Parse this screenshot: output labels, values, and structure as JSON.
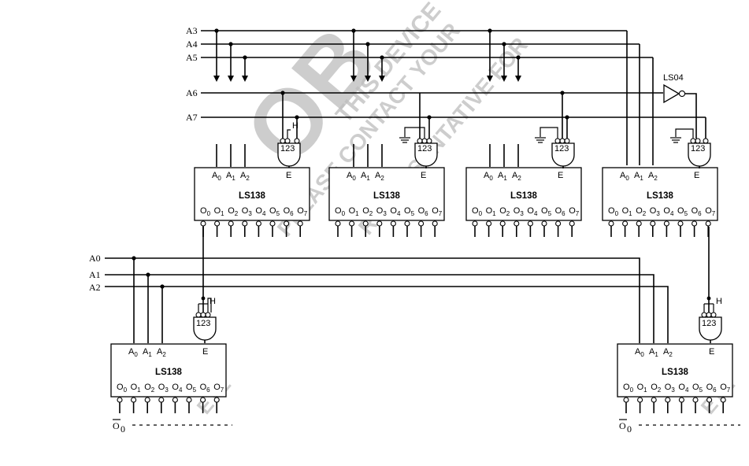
{
  "signals": {
    "a3": "A3",
    "a4": "A4",
    "a5": "A5",
    "a6": "A6",
    "a7": "A7",
    "a0": "A0",
    "a1": "A1",
    "a2": "A2"
  },
  "labels": {
    "inverter": "LS04",
    "high": "H",
    "gate_pins": "123",
    "enable": "E",
    "out_bar": "O",
    "out_bar_sub": "0"
  },
  "chip": {
    "name": "LS138",
    "inputs": [
      {
        "base": "A",
        "sub": "0"
      },
      {
        "base": "A",
        "sub": "1"
      },
      {
        "base": "A",
        "sub": "2"
      }
    ],
    "outputs": [
      {
        "base": "O",
        "sub": "0"
      },
      {
        "base": "O",
        "sub": "1"
      },
      {
        "base": "O",
        "sub": "2"
      },
      {
        "base": "O",
        "sub": "3"
      },
      {
        "base": "O",
        "sub": "4"
      },
      {
        "base": "O",
        "sub": "5"
      },
      {
        "base": "O",
        "sub": "6"
      },
      {
        "base": "O",
        "sub": "7"
      }
    ]
  },
  "watermark": {
    "logo": "OB",
    "line1": "THIS DEVICE",
    "line2": "PLEASE CONTACT YOUR",
    "line3": "REPRESENTATIVE FOR",
    "corner": "ETE"
  }
}
